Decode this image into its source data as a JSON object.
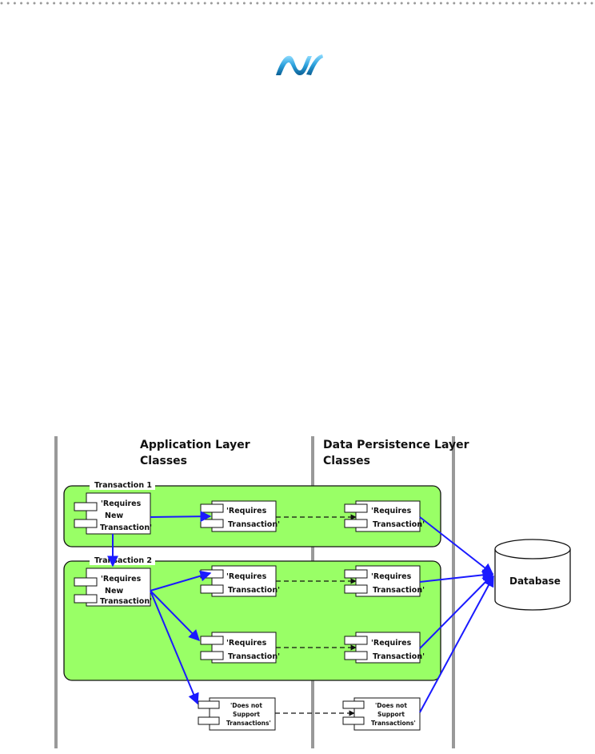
{
  "headers": {
    "application_line1": "Application Layer",
    "application_line2": "Classes",
    "persistence_line1": "Data Persistence Layer",
    "persistence_line2": "Classes"
  },
  "transactions": {
    "t1": "Transaction 1",
    "t2": "Transaction 2"
  },
  "components": {
    "app_t1_l1": "'Requires",
    "app_t1_l2": "New",
    "app_t1_l3": "Transaction'",
    "app_t1_r_l1": "'Requires",
    "app_t1_r_l2": "Transaction'",
    "dp_t1_l1": "'Requires",
    "dp_t1_l2": "Transaction'",
    "app_t2_l1": "'Requires",
    "app_t2_l2": "New",
    "app_t2_l3": "Transaction'",
    "app_t2_a_l1": "'Requires",
    "app_t2_a_l2": "Transaction'",
    "dp_t2_a_l1": "'Requires",
    "dp_t2_a_l2": "Transaction'",
    "app_t2_b_l1": "'Requires",
    "app_t2_b_l2": "Transaction'",
    "dp_t2_b_l1": "'Requires",
    "dp_t2_b_l2": "Transaction'",
    "app_ns_l1": "'Does not",
    "app_ns_l2": "Support",
    "app_ns_l3": "Transactions'",
    "dp_ns_l1": "'Does not",
    "dp_ns_l2": "Support",
    "dp_ns_l3": "Transactions'"
  },
  "database": {
    "label": "Database"
  },
  "colors": {
    "transaction_fill": "#99ff66",
    "arrow": "#1a1aff",
    "lane_line": "#999999"
  }
}
